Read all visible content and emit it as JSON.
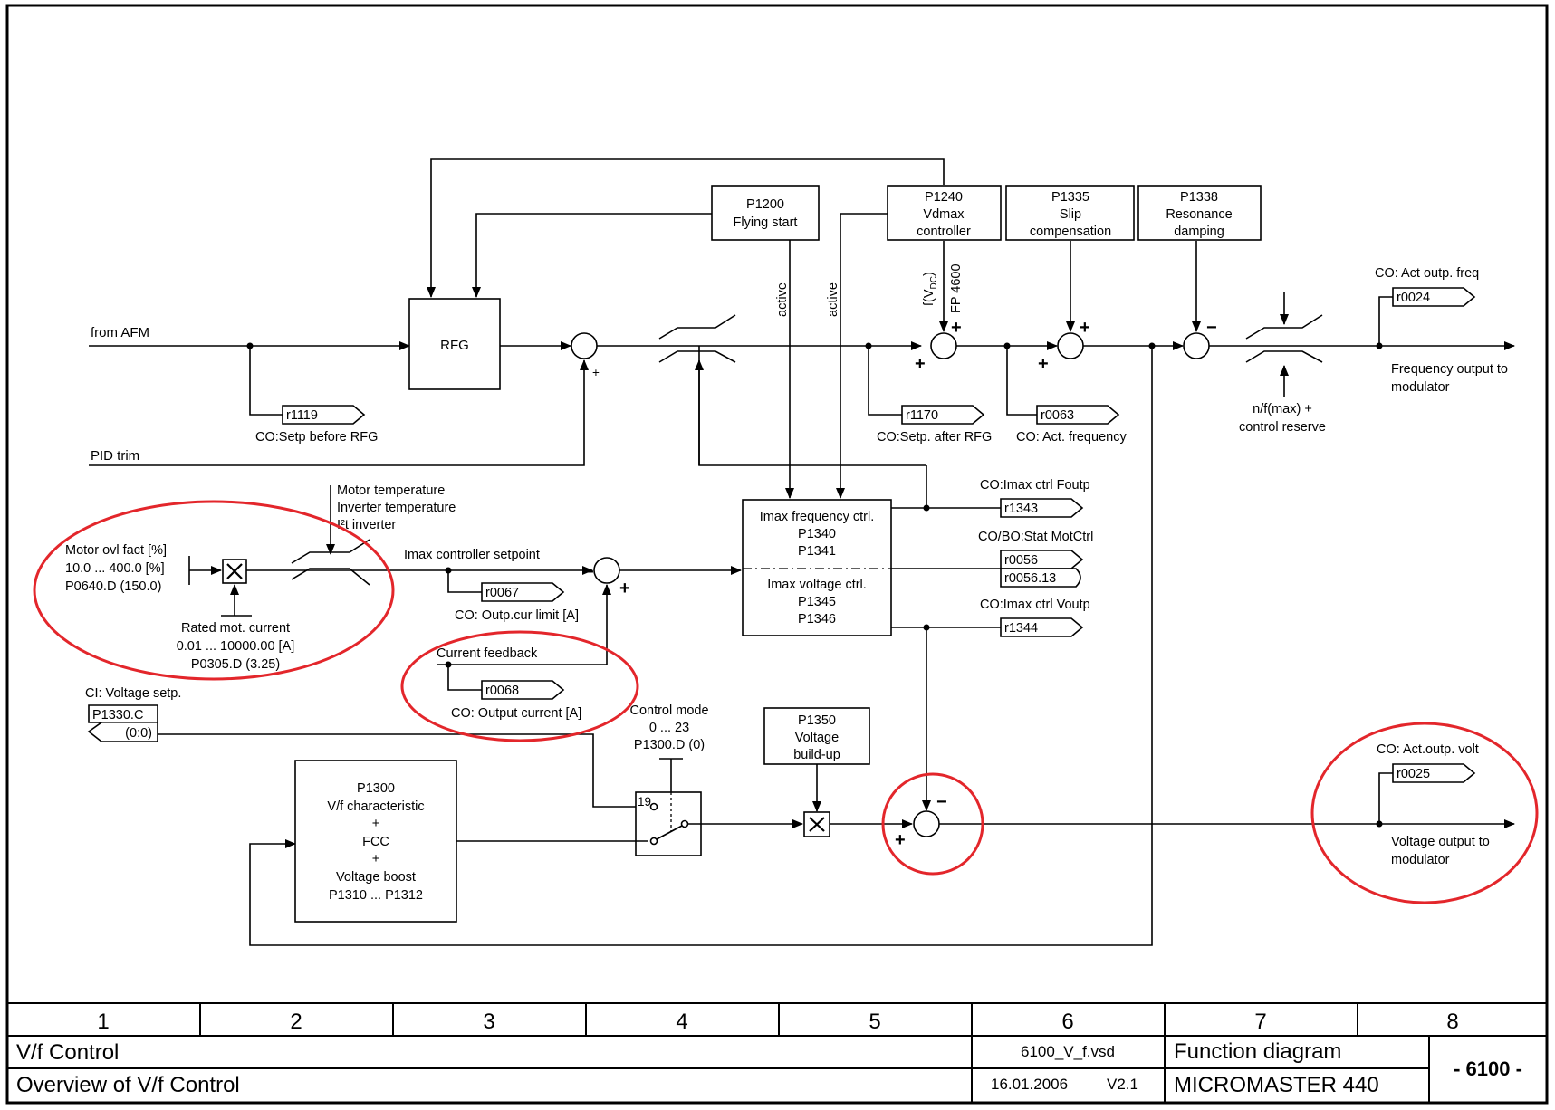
{
  "inputs": {
    "from_afm": "from AFM",
    "pid_trim": "PID trim",
    "ci_voltage_setp": "CI: Voltage setp.",
    "p1330_c": "P1330.C",
    "p1330_default": "(0:0)"
  },
  "blocks": {
    "rfg": "RFG",
    "p1200": [
      "P1200",
      "Flying start"
    ],
    "p1240": [
      "P1240",
      "Vdmax",
      "controller"
    ],
    "p1335": [
      "P1335",
      "Slip",
      "compensation"
    ],
    "p1338": [
      "P1338",
      "Resonance",
      "damping"
    ],
    "imax": [
      "Imax frequency ctrl.",
      "P1340",
      "P1341",
      "Imax voltage ctrl.",
      "P1345",
      "P1346"
    ],
    "p1350": [
      "P1350",
      "Voltage",
      "build-up"
    ],
    "p1300": [
      "P1300",
      "V/f characteristic",
      "+",
      "FCC",
      "+",
      "Voltage boost",
      "P1310 ... P1312"
    ]
  },
  "labels": {
    "active1": "active",
    "active2": "active",
    "f_vdc": "f(V",
    "f_vdc_sub": "DC",
    "f_vdc_close": ")",
    "fp4600": "FP 4600",
    "co_setp_before_rfg": "CO:Setp before RFG",
    "co_setp_after_rfg": "CO:Setp. after RFG",
    "co_act_frequency": "CO: Act. frequency",
    "co_act_outp_freq": "CO: Act outp. freq",
    "freq_out_1": "Frequency output to",
    "freq_out_2": "modulator",
    "nf_max_1": "n/f(max) +",
    "nf_max_2": "control reserve",
    "motor_temp_1": "Motor temperature",
    "motor_temp_2": "Inverter temperature",
    "motor_temp_3": "I²t inverter",
    "motor_ovl_1": "Motor ovl fact [%]",
    "motor_ovl_2": "10.0 ... 400.0  [%]",
    "motor_ovl_3": "P0640.D (150.0)",
    "rated_1": "Rated mot. current",
    "rated_2": "0.01 ... 10000.00  [A]",
    "rated_3": "P0305.D (3.25)",
    "imax_setpoint": "Imax controller setpoint",
    "co_outp_cur_limit": "CO: Outp.cur limit [A]",
    "current_feedback": "Current feedback",
    "co_output_current": "CO: Output current [A]",
    "co_imax_foutp": "CO:Imax ctrl Foutp",
    "co_bo_stat": "CO/BO:Stat MotCtrl",
    "co_imax_voutp": "CO:Imax ctrl Voutp",
    "control_mode_1": "Control mode",
    "control_mode_2": "0 ... 23",
    "control_mode_3": "P1300.D (0)",
    "switch_19": "19",
    "co_act_outp_volt": "CO: Act.outp. volt",
    "volt_out_1": "Voltage output to",
    "volt_out_2": "modulator"
  },
  "connectors": {
    "r1119": "r1119",
    "r1170": "r1170",
    "r0063": "r0063",
    "r0024": "r0024",
    "r1343": "r1343",
    "r0056": "r0056",
    "r0056_13": "r0056.13",
    "r1344": "r1344",
    "r0067": "r0067",
    "r0068": "r0068",
    "r0025": "r0025"
  },
  "signs": {
    "plus": "+",
    "minus": "−"
  },
  "title_block": {
    "columns": [
      "1",
      "2",
      "3",
      "4",
      "5",
      "6",
      "7",
      "8"
    ],
    "title": "V/f Control",
    "subtitle": "Overview of V/f Control",
    "file": "6100_V_f.vsd",
    "date": "16.01.2006",
    "version": "V2.1",
    "doc_type": "Function diagram",
    "product": "MICROMASTER 440",
    "page": "- 6100 -"
  },
  "colors": {
    "highlight": "#e3262b",
    "line": "#000000",
    "background": "#ffffff"
  }
}
